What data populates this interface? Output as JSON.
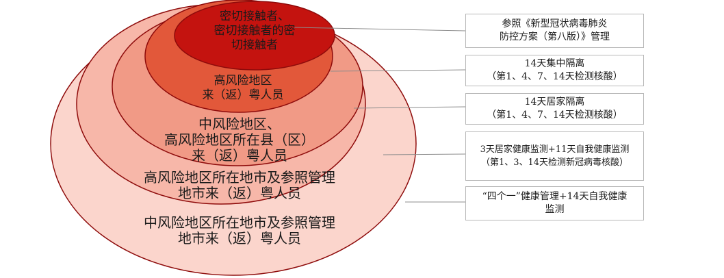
{
  "colors": {
    "ring_outline": "#8e0b0b",
    "ring_1_fill": "#c4130f",
    "ring_2_fill": "#e2583a",
    "ring_3_fill": "#f19a86",
    "ring_4_fill": "#f7b7a9",
    "ring_5_fill": "#fbd5cc",
    "connector": "#8c8c8c",
    "box_border": "#b7b7b7"
  },
  "rings": [
    {
      "lines": [
        "密切接触者、",
        "密切接触者的密",
        "切接触者"
      ]
    },
    {
      "lines": [
        "高风险地区",
        "来（返）粤人员"
      ]
    },
    {
      "lines": [
        "中风险地区、",
        "高风险地区所在县（区）",
        "来（返）粤人员"
      ]
    },
    {
      "lines": [
        "高风险地区所在地市及参照管理",
        "地市来（返）粤人员"
      ]
    },
    {
      "lines": [
        "中风险地区所在地市及参照管理",
        "地市来（返）粤人员"
      ]
    }
  ],
  "measures": [
    {
      "lines": [
        "参照《新型冠状病毒肺炎",
        "防控方案（第八版）》管理"
      ]
    },
    {
      "lines": [
        "14天集中隔离",
        "（第1、4、7、14天检测核酸）"
      ]
    },
    {
      "lines": [
        "14天居家隔离",
        "（第1、4、7、14天检测核酸）"
      ]
    },
    {
      "lines": [
        "3天居家健康监测+11天自我健康监测",
        "（第1、3、14天检测新冠病毒核酸）"
      ]
    },
    {
      "lines": [
        "“四个一”健康管理+14天自我健康",
        "监测"
      ]
    }
  ]
}
